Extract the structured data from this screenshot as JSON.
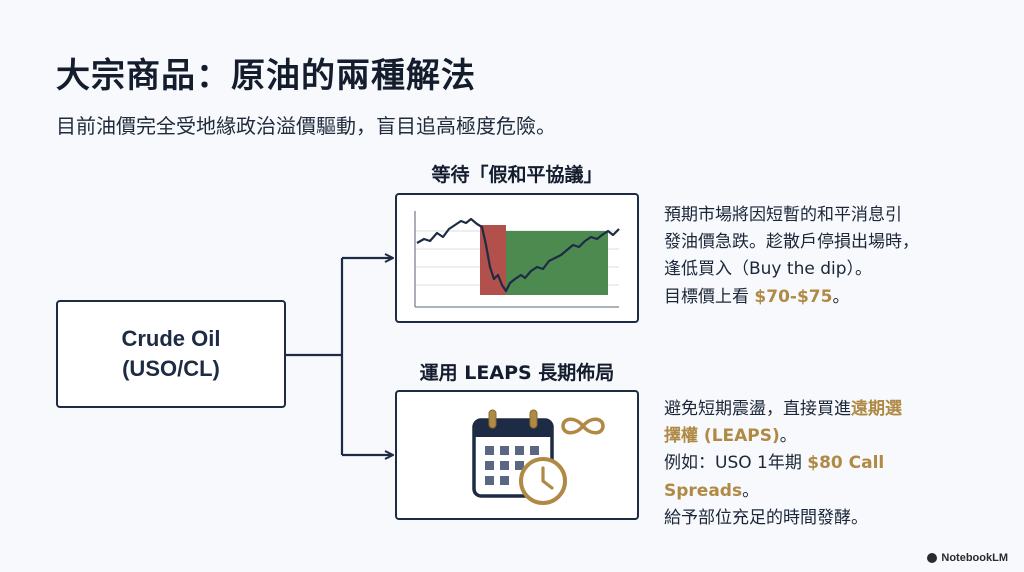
{
  "title": "大宗商品：原油的兩種解法",
  "subtitle": "目前油價完全受地緣政治溢價驅動，盲目追高極度危險。",
  "root": {
    "line1": "Crude Oil",
    "line2": "(USO/CL)"
  },
  "branches": [
    {
      "title": "等待「假和平協議」",
      "illustration": "stock-chart-icon",
      "desc": {
        "line1": "預期市場將因短暫的和平消息引",
        "line2": "發油價急跌。趁散戶停損出場時，",
        "line3": "逢低買入（Buy the dip）。",
        "line4_pre": "目標價上看 ",
        "line4_hl": "$70-$75",
        "line4_post": "。"
      }
    },
    {
      "title": "運用 LEAPS 長期佈局",
      "illustration": "calendar-clock-infinity-icon",
      "desc": {
        "line1_pre": "避免短期震盪，直接買進",
        "line1_hl": "遠期選",
        "line2_hl": "擇權 (LEAPS)",
        "line2_post": "。",
        "line3_pre": "例如：USO 1年期 ",
        "line3_hl": "$80 Call",
        "line4_hl": "Spreads",
        "line4_post": "。",
        "line5": "給予部位充足的時間發酵。"
      }
    }
  ],
  "colors": {
    "navy": "#1d2b44",
    "gold": "#b08a45",
    "red": "#b2514b",
    "green": "#4d8a50"
  },
  "badge": "NotebookLM"
}
